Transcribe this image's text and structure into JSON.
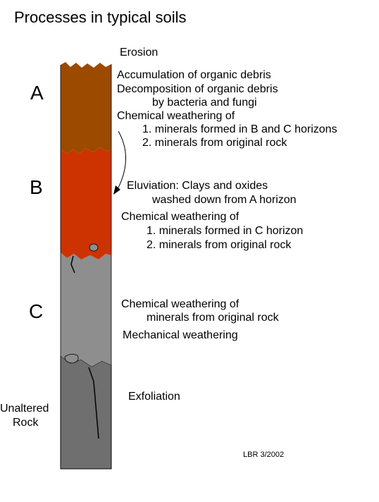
{
  "title": "Processes in typical soils",
  "horizons": [
    {
      "label": "A",
      "color": "#9b4a00"
    },
    {
      "label": "B",
      "color": "#cc3300"
    },
    {
      "label": "C",
      "color": "#8e8e8e"
    },
    {
      "label_lines": [
        "Unaltered",
        "Rock"
      ],
      "color": "#6f6f6f"
    }
  ],
  "processes": {
    "erosion": "Erosion",
    "a_lines": [
      "Accumulation of organic debris",
      "Decomposition of organic debris",
      "by bacteria and fungi",
      "Chemical weathering of",
      "1. minerals formed in B and C horizons",
      "2. minerals from original rock"
    ],
    "b_eluviation": [
      "Eluviation: Clays and oxides",
      "washed down from A horizon"
    ],
    "b_weathering": [
      "Chemical weathering of",
      "1. minerals formed in C horizon",
      "2. minerals from original rock"
    ],
    "c_weathering": [
      "Chemical weathering of",
      "minerals from original rock"
    ],
    "c_mechanical": "Mechanical weathering",
    "rock_exfoliation": "Exfoliation"
  },
  "credit": "LBR 3/2002"
}
